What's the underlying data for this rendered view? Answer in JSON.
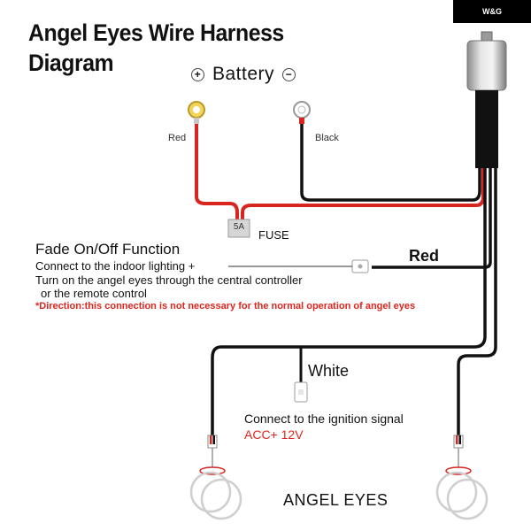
{
  "title": {
    "line1": "Angel Eyes Wire Harness",
    "line2": "Diagram"
  },
  "brand": {
    "logo_text": "W&G"
  },
  "battery": {
    "label": "Battery",
    "plus_symbol": "+",
    "minus_symbol": "−"
  },
  "wires": {
    "red_label": "Red",
    "black_label": "Black",
    "red_output_label": "Red",
    "white_label": "White"
  },
  "fuse": {
    "rating": "5A",
    "label": "FUSE"
  },
  "fade": {
    "heading": "Fade On/Off Function",
    "line1": "Connect to the indoor lighting +",
    "line2": "Turn on the angel eyes through the central controller",
    "line3": "or the remote control",
    "direction_note": "*Direction:this connection is not necessary for the normal operation of angel eyes"
  },
  "ignition": {
    "line1": "Connect to the ignition signal",
    "line2": "ACC+ 12V"
  },
  "angel_eyes": {
    "label": "ANGEL EYES"
  },
  "colors": {
    "red_wire": "#d8251f",
    "black_wire": "#111111",
    "note_red": "#e0251d"
  }
}
